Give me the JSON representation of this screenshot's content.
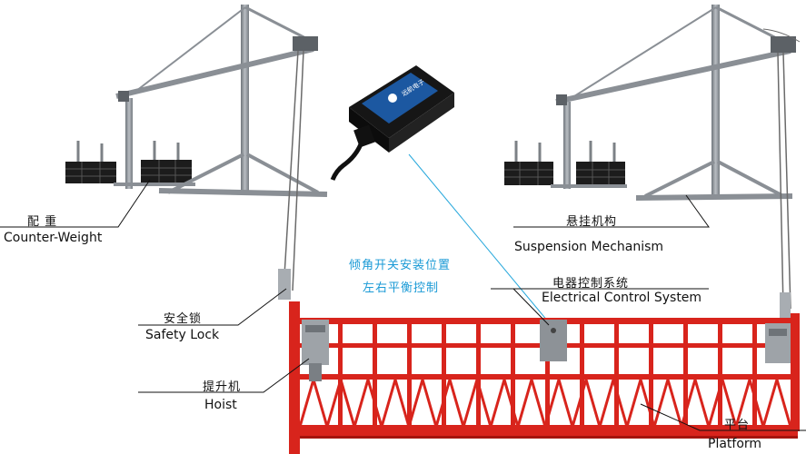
{
  "note": {
    "line1": "倾角开关安装位置",
    "line2": "左右平衡控制"
  },
  "sensor": {
    "brand_text": "远航电子"
  },
  "labels": {
    "counter_weight": {
      "zh": "配  重",
      "en": "Counter-Weight"
    },
    "suspension": {
      "zh": "悬挂机构",
      "en": "Suspension Mechanism"
    },
    "electrical": {
      "zh": "电器控制系统",
      "en": "Electrical Control System"
    },
    "safety_lock": {
      "zh": "安全锁",
      "en": "Safety Lock"
    },
    "hoist": {
      "zh": "提升机",
      "en": "Hoist"
    },
    "platform": {
      "zh": "平台",
      "en": "Platform"
    }
  },
  "colors": {
    "platform_red": "#d8241c",
    "platform_dark": "#a5140e",
    "steel": "#8a8f95",
    "weight_black": "#1c1c1c",
    "sensor_black": "#161616",
    "sensor_blue": "#1d5fb0",
    "guide_blue": "#28a8dc"
  }
}
